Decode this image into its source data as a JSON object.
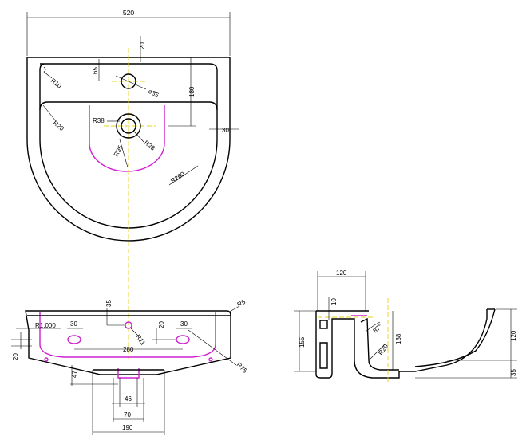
{
  "colors": {
    "outline": "#000000",
    "inner_basin": "#d020d0",
    "centerline": "#e6d21a"
  },
  "top_view": {
    "overall_width": "520",
    "tap_hole_offset": "20",
    "tap_hole_depth": "65",
    "corner_radius_small": "R10",
    "tap_hole_diameter": "ø35",
    "deck_depth": "180",
    "inner_corner_radius": "R20",
    "waste_radius_outer": "R38",
    "waste_radius_inner": "R23",
    "basin_radius": "R95",
    "rim_thickness": "30",
    "bowl_radius": "R260"
  },
  "front_view": {
    "tap_center_offset": "35",
    "corner_radius": "R5",
    "bottom_radius": "R1,000",
    "overflow_left": "30",
    "overflow_right": "30",
    "overflow_drop": "20",
    "fixing_radius": "R11",
    "fixing_centers": "280",
    "edge_radius": "R75",
    "side_height": "20",
    "waste_depth": "47",
    "waste_inner": "46",
    "waste_outer": "70",
    "pedestal_width": "190"
  },
  "side_view": {
    "wall_depth": "120",
    "lip": "10",
    "height": "155",
    "angle": "87°",
    "drain_radius": "R20",
    "bowl_depth": "138",
    "front_height": "120",
    "base_height": "35"
  }
}
